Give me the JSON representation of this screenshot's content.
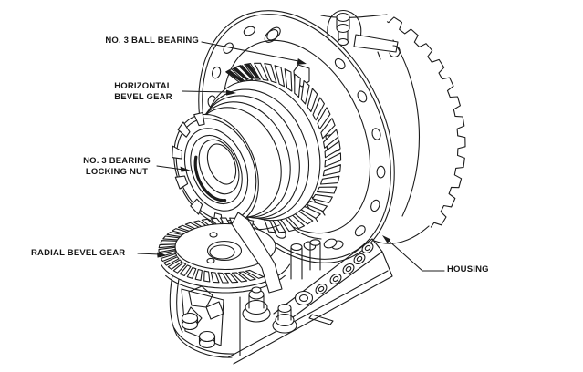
{
  "figure": {
    "title": "Gearbox assembly cutaway diagram",
    "background_color": "#ffffff",
    "line_color": "#1c1c1c",
    "labels": {
      "ball_bearing": {
        "lines": [
          "NO. 3 BALL BEARING"
        ]
      },
      "horizontal_bevel_gear": {
        "lines": [
          "HORIZONTAL",
          "BEVEL GEAR"
        ]
      },
      "locking_nut": {
        "lines": [
          "NO. 3 BEARING",
          "LOCKING NUT"
        ]
      },
      "radial_bevel_gear": {
        "lines": [
          "RADIAL BEVEL GEAR"
        ]
      },
      "housing": {
        "lines": [
          "HOUSING"
        ]
      }
    }
  }
}
